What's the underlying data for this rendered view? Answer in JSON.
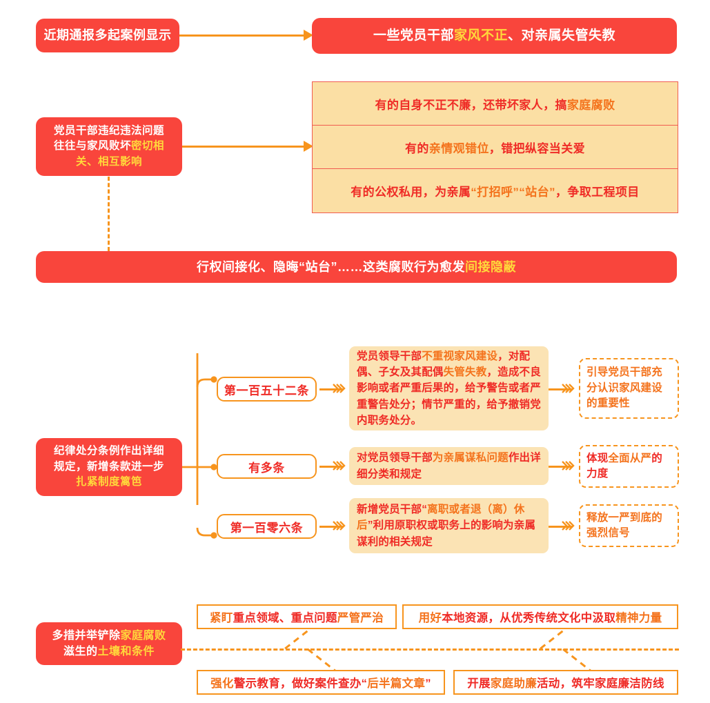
{
  "meta": {
    "theme": {
      "red": "#f9453c",
      "orange": "#f7941d",
      "crimson": "#ef2b26",
      "yellow": "#ffd83b",
      "tan": "#fbdfa4",
      "soft_tan": "#fbe3b4"
    }
  },
  "section1": {
    "source_label": "近期通报多起案例显示",
    "banner": {
      "part1": "一些党员干部",
      "part2_highlight": "家风不正",
      "part3": "、对亲属失管失教"
    }
  },
  "section2": {
    "left_box": {
      "line1": "党员干部违纪违法问题",
      "line2": "往往与家风败坏",
      "line2_highlight": "密切相",
      "line3_highlight": "关、相互影响"
    },
    "rows": [
      {
        "a": "有的自身不正不廉，还带坏家人，搞",
        "b_highlight": "家庭腐败",
        "c": ""
      },
      {
        "a": "有的",
        "b_highlight": "亲情观错位",
        "c": "，错把纵容当关爱"
      },
      {
        "a": "有的公权私用，为亲属",
        "b_highlight": "“打招呼”“站台”",
        "c": "，争取工程项目"
      }
    ],
    "bottom_banner": {
      "part1": "行权间接化、隐晦“站台”……这类腐败行为愈发",
      "part2_highlight": "间接隐蔽"
    }
  },
  "section3": {
    "left_box": {
      "line1": "纪律处分条例作出详细",
      "line2": "规定，新增条款进一步",
      "line3_highlight": "扎紧制度篱笆"
    },
    "branches": [
      {
        "label": "第一百五十二条",
        "content": [
          {
            "t": "党员领导干部",
            "c": "r"
          },
          {
            "t": "不重视家风建设",
            "c": "o"
          },
          {
            "t": "，对配偶、子女及其配偶",
            "c": "r"
          },
          {
            "t": "失管失教",
            "c": "o"
          },
          {
            "t": "，造成不良影响或者严重后果的，给予警告或者严重警告处分；情节严重的，给予撤销党内职务处分。",
            "c": "r"
          }
        ],
        "outcome": [
          {
            "t": "引导党员干部充分认识家风建设的重要性",
            "c": "o"
          }
        ]
      },
      {
        "label": "有多条",
        "content": [
          {
            "t": "对党员领导干部",
            "c": "r"
          },
          {
            "t": "为亲属谋私问题",
            "c": "o"
          },
          {
            "t": "作出详细分类和规定",
            "c": "r"
          }
        ],
        "outcome": [
          {
            "t": "体现",
            "c": "r"
          },
          {
            "t": "全面从严",
            "c": "o"
          },
          {
            "t": "的力度",
            "c": "r"
          }
        ]
      },
      {
        "label": "第一百零六条",
        "content": [
          {
            "t": "新增党员干部“",
            "c": "r"
          },
          {
            "t": "离职或者退（离）休后",
            "c": "o"
          },
          {
            "t": "”利用原职权或职务上的影响为亲属谋利的相关规定",
            "c": "r"
          }
        ],
        "outcome": [
          {
            "t": "释放一严到底的强烈信号",
            "c": "o"
          }
        ]
      }
    ]
  },
  "section4": {
    "left_box": {
      "line1": "多措并举铲除",
      "line1_highlight": "家庭腐败",
      "line2": "滋生的",
      "line2_highlight": "土壤和条件"
    },
    "measures_top": [
      [
        {
          "t": "紧盯",
          "c": "o"
        },
        {
          "t": "重点领域、重点问题",
          "c": "r"
        },
        {
          "t": "严管严治",
          "c": "o"
        }
      ],
      [
        {
          "t": "用好",
          "c": "o"
        },
        {
          "t": "本地资源，从优秀传统文化中汲取",
          "c": "r"
        },
        {
          "t": "精神力量",
          "c": "o"
        }
      ]
    ],
    "measures_bottom": [
      [
        {
          "t": "强化",
          "c": "o"
        },
        {
          "t": "警示教育，做好案件查办“",
          "c": "r"
        },
        {
          "t": "后半篇文章",
          "c": "o"
        },
        {
          "t": "”",
          "c": "r"
        }
      ],
      [
        {
          "t": "开展",
          "c": "r"
        },
        {
          "t": "家庭助廉",
          "c": "o"
        },
        {
          "t": "活动，筑牢家庭廉洁防线",
          "c": "r"
        }
      ]
    ]
  }
}
